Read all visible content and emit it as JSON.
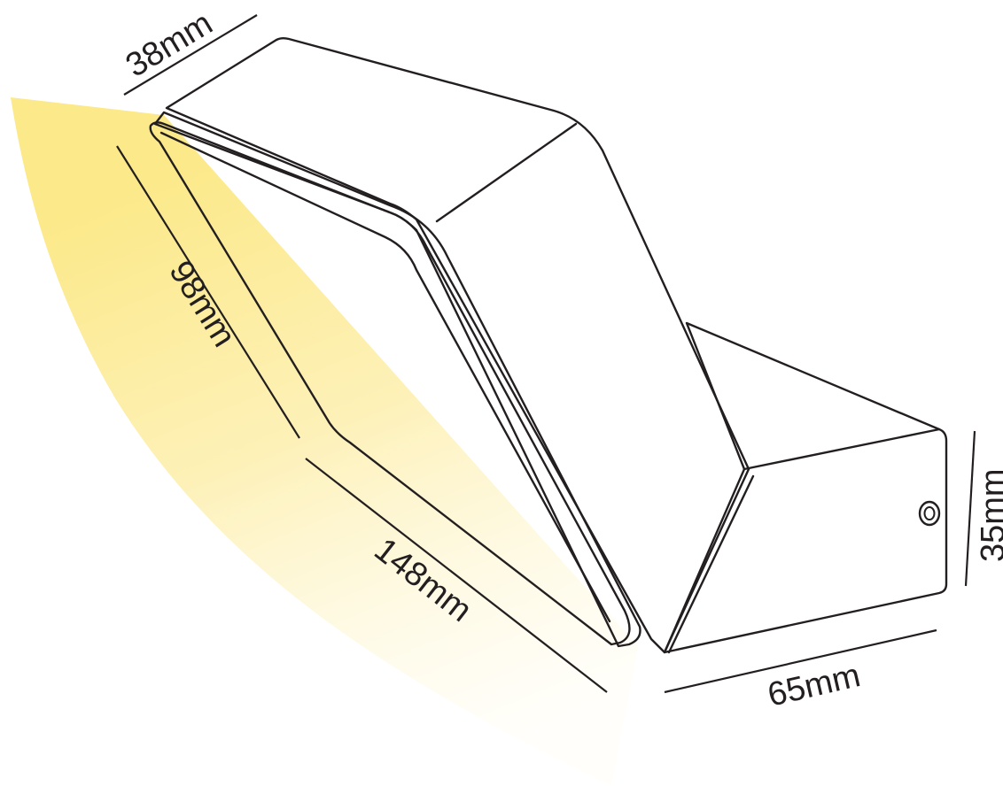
{
  "dimensions": {
    "depth_label": "38mm",
    "width_label": "98mm",
    "length_label": "148mm",
    "base_height_label": "35mm",
    "base_width_label": "65mm"
  },
  "colors": {
    "light_beam": "#fdef96",
    "lens_bright": "#ffe600",
    "lens_pale": "#fdf2b4",
    "outline": "#231f20",
    "body": "#ffffff"
  }
}
